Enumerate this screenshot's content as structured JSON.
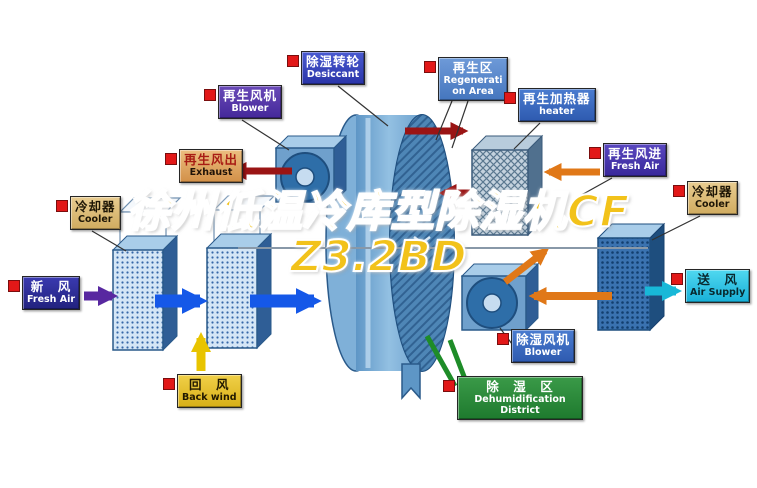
{
  "watermark": {
    "line1": "徐州低温冷库型除湿机CF",
    "line2": "Z3.2BD"
  },
  "labels": {
    "regen_blower": {
      "zh": "再生风机",
      "en": "Blower"
    },
    "desiccant": {
      "zh": "除湿转轮",
      "en": "Desiccant"
    },
    "regen_area": {
      "zh": "再生区",
      "en": "Regeneration Area"
    },
    "regen_heater": {
      "zh": "再生加热器",
      "en": "heater"
    },
    "exhaust": {
      "zh": "再生风出",
      "en": "Exhaust"
    },
    "regen_fresh_air": {
      "zh": "再生风进",
      "en": "Fresh Air"
    },
    "cooler_left": {
      "zh": "冷却器",
      "en": "Cooler"
    },
    "cooler_right": {
      "zh": "冷却器",
      "en": "Cooler"
    },
    "fresh_air": {
      "zh": "新　风",
      "en": "Fresh Air"
    },
    "air_supply": {
      "zh": "送　风",
      "en": "Air Supply"
    },
    "back_wind": {
      "zh": "回　风",
      "en": "Back wind"
    },
    "dehumid_blower": {
      "zh": "除湿风机",
      "en": "Blower"
    },
    "dehumid_district": {
      "zh": "除　湿　区",
      "en": "Dehumidification District"
    }
  },
  "colors": {
    "arrow_exhaust_air": "#9A1414",
    "arrow_regen_air": "#E07818",
    "arrow_process_air": "#1558E8",
    "arrow_fresh_air": "#5828A0",
    "arrow_return_air": "#E8C400",
    "arrow_supply_air": "#18B8D8",
    "leader_dehumid_zone": "#1E8C28",
    "legend_chip": "#E21818"
  }
}
